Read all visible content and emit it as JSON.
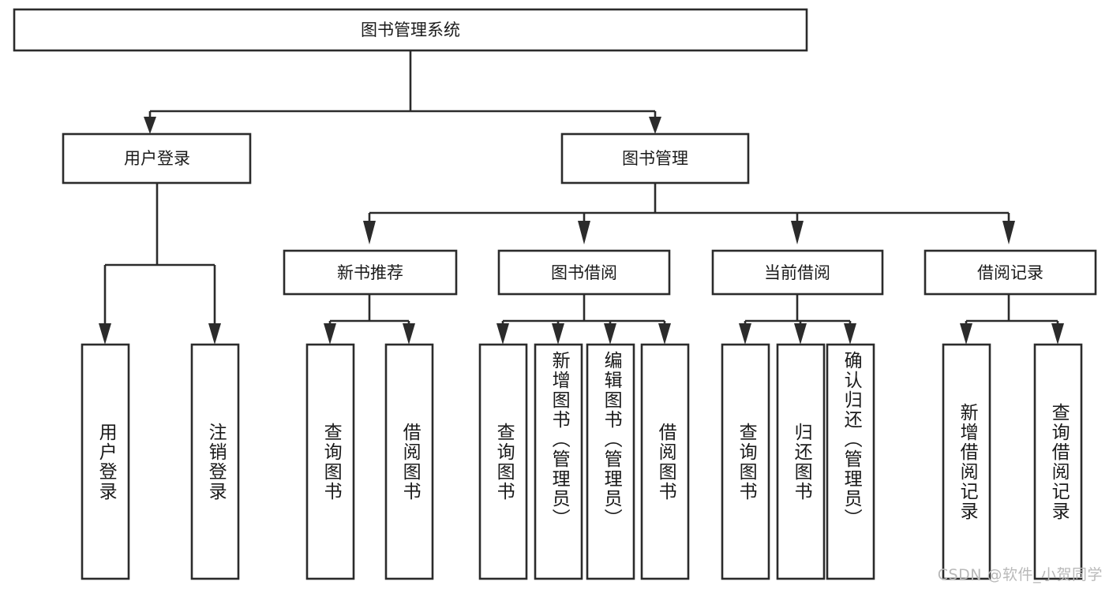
{
  "diagram": {
    "type": "hierarchy-tree",
    "title": "图书管理系统",
    "background_color": "#ffffff",
    "line_color": "#2b2b2b",
    "text_color": "#1a1a1a",
    "root": {
      "label": "图书管理系统"
    },
    "level1": [
      {
        "label": "用户登录"
      },
      {
        "label": "图书管理"
      }
    ],
    "level2": [
      {
        "label": "新书推荐"
      },
      {
        "label": "图书借阅"
      },
      {
        "label": "当前借阅"
      },
      {
        "label": "借阅记录"
      }
    ],
    "leaves": {
      "user_login": [
        {
          "label": "用户登录"
        },
        {
          "label": "注销登录"
        }
      ],
      "new_book_recommend": [
        {
          "label": "查询图书"
        },
        {
          "label": "借阅图书"
        }
      ],
      "book_borrow": [
        {
          "label": "查询图书"
        },
        {
          "label": "新增图书（管理员）"
        },
        {
          "label": "编辑图书（管理员）"
        },
        {
          "label": "借阅图书"
        }
      ],
      "current_borrow": [
        {
          "label": "查询图书"
        },
        {
          "label": "归还图书"
        },
        {
          "label": "确认归还（管理员）"
        }
      ],
      "borrow_record": [
        {
          "label": "新增借阅记录"
        },
        {
          "label": "查询借阅记录"
        }
      ]
    }
  },
  "watermark": {
    "text": "CSDN @软件_小贺同学"
  }
}
